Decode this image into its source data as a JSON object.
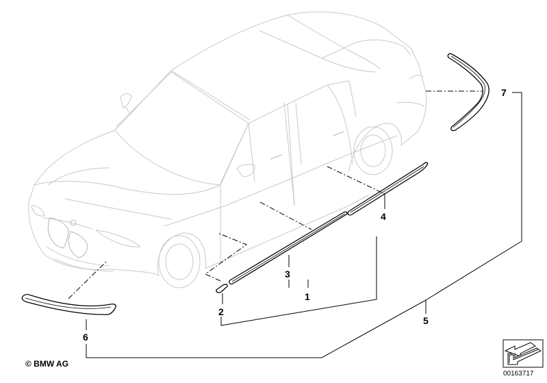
{
  "diagram": {
    "callouts": {
      "c1": "1",
      "c2": "2",
      "c3": "3",
      "c4": "4",
      "c5": "5",
      "c6": "6",
      "c7": "7"
    },
    "copyright": "© BMW AG",
    "diagram_id": "00163717",
    "icons": [
      "car-outline-icon",
      "direction-arrow-icon"
    ]
  }
}
